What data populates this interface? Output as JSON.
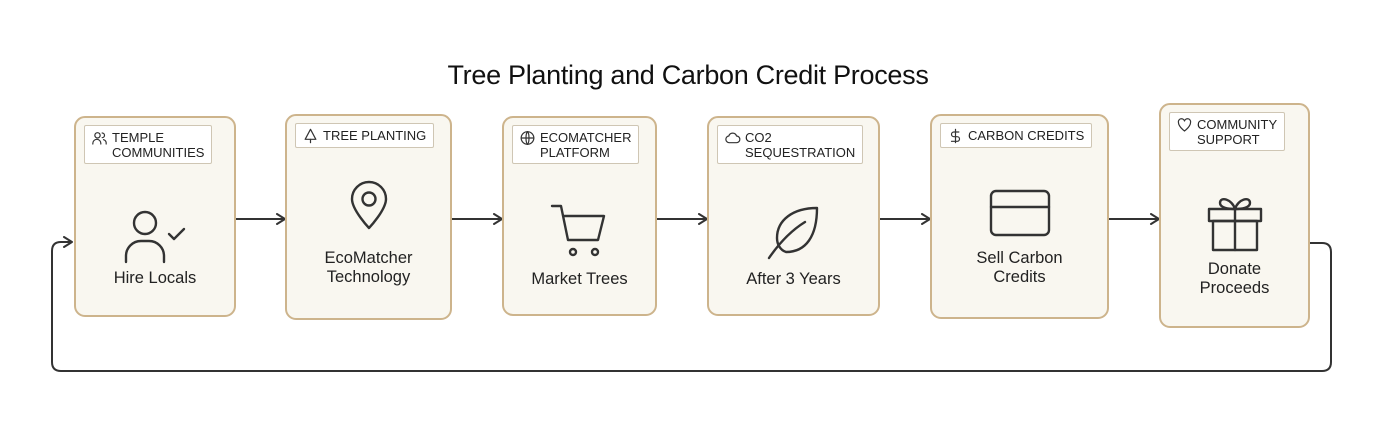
{
  "diagram": {
    "title": "Tree Planting and Carbon Credit Process",
    "steps": [
      {
        "tag": "TEMPLE\nCOMMUNITIES",
        "tag_icon": "users-icon",
        "icon": "user-check-icon",
        "label": "Hire Locals"
      },
      {
        "tag": "TREE PLANTING",
        "tag_icon": "tree-icon",
        "icon": "map-pin-icon",
        "label": "EcoMatcher\nTechnology"
      },
      {
        "tag": "ECOMATCHER\nPLATFORM",
        "tag_icon": "globe-icon",
        "icon": "shopping-cart-icon",
        "label": "Market Trees"
      },
      {
        "tag": "CO2\nSEQUESTRATION",
        "tag_icon": "cloud-icon",
        "icon": "leaf-icon",
        "label": "After 3 Years"
      },
      {
        "tag": "CARBON CREDITS",
        "tag_icon": "dollar-icon",
        "icon": "credit-card-icon",
        "label": "Sell Carbon\nCredits"
      },
      {
        "tag": "COMMUNITY\nSUPPORT",
        "tag_icon": "heart-icon",
        "icon": "gift-icon",
        "label": "Donate\nProceeds"
      }
    ],
    "colors": {
      "card_border": "#cdb48c",
      "card_fill": "#f9f7f0",
      "arrow": "#333333",
      "tag_border": "#cfc6b4"
    }
  }
}
